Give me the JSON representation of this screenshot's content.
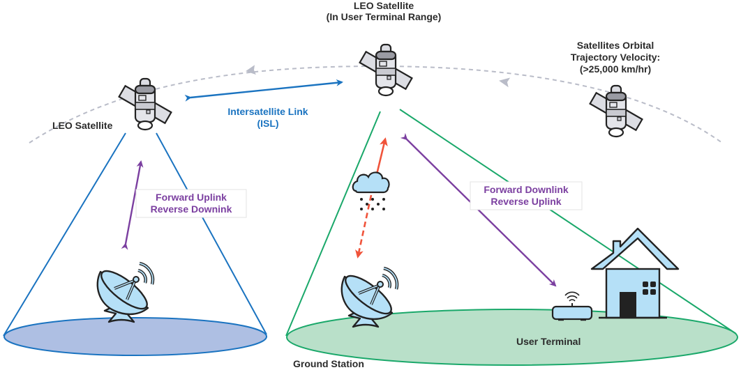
{
  "diagram": {
    "title": "LEO Satellite Communication Network",
    "colors": {
      "orbit": "#b9bcc8",
      "isl": "#1a73c0",
      "left_beam": "#1a73c0",
      "left_footprint": "#aebfe3",
      "right_beam": "#1aa86a",
      "right_footprint": "#b9e0c9",
      "link_purple": "#7b3fa0",
      "rain_fade": "#f0533a",
      "icon_fill": "#b5e0f7",
      "satellite_panel": "#dcdde3",
      "text_dark": "#2b2b2b"
    },
    "labels": {
      "leo_satellite_left": "LEO Satellite",
      "leo_satellite_center_line1": "LEO Satellite",
      "leo_satellite_center_line2": "(In User Terminal Range)",
      "velocity_line1": "Satellites Orbital",
      "velocity_line2": "Trajectory Velocity:",
      "velocity_line3": "(>25,000 km/hr)",
      "isl_line1": "Intersatellite Link",
      "isl_line2": "(ISL)",
      "left_link_line1": "Forward Uplink",
      "left_link_line2": "Reverse Downink",
      "right_link_line1": "Forward Downlink",
      "right_link_line2": "Reverse Uplink",
      "ground_station": "Ground Station",
      "user_terminal": "User Terminal"
    },
    "nodes": [
      {
        "id": "sat-left",
        "type": "satellite",
        "label": "LEO Satellite"
      },
      {
        "id": "sat-center",
        "type": "satellite",
        "label": "LEO Satellite (In User Terminal Range)"
      },
      {
        "id": "sat-right",
        "type": "satellite",
        "label": ""
      },
      {
        "id": "dish-left",
        "type": "satellite-dish",
        "label": ""
      },
      {
        "id": "dish-center",
        "type": "satellite-dish",
        "label": "Ground Station"
      },
      {
        "id": "router",
        "type": "user-terminal-modem",
        "label": "User Terminal"
      },
      {
        "id": "house",
        "type": "house",
        "label": ""
      },
      {
        "id": "cloud",
        "type": "rain-cloud",
        "label": ""
      }
    ],
    "edges": [
      {
        "from": "sat-left",
        "to": "sat-center",
        "label": "Intersatellite Link (ISL)",
        "style": "bidirectional"
      },
      {
        "from": "sat-left",
        "to": "dish-left",
        "label": "Forward Uplink / Reverse Downink",
        "style": "bidirectional"
      },
      {
        "from": "sat-center",
        "to": "router",
        "label": "Forward Downlink / Reverse Uplink",
        "style": "bidirectional"
      },
      {
        "from": "sat-center",
        "to": "dish-center",
        "label": "",
        "style": "bidirectional, dashed below rain cloud"
      }
    ]
  }
}
